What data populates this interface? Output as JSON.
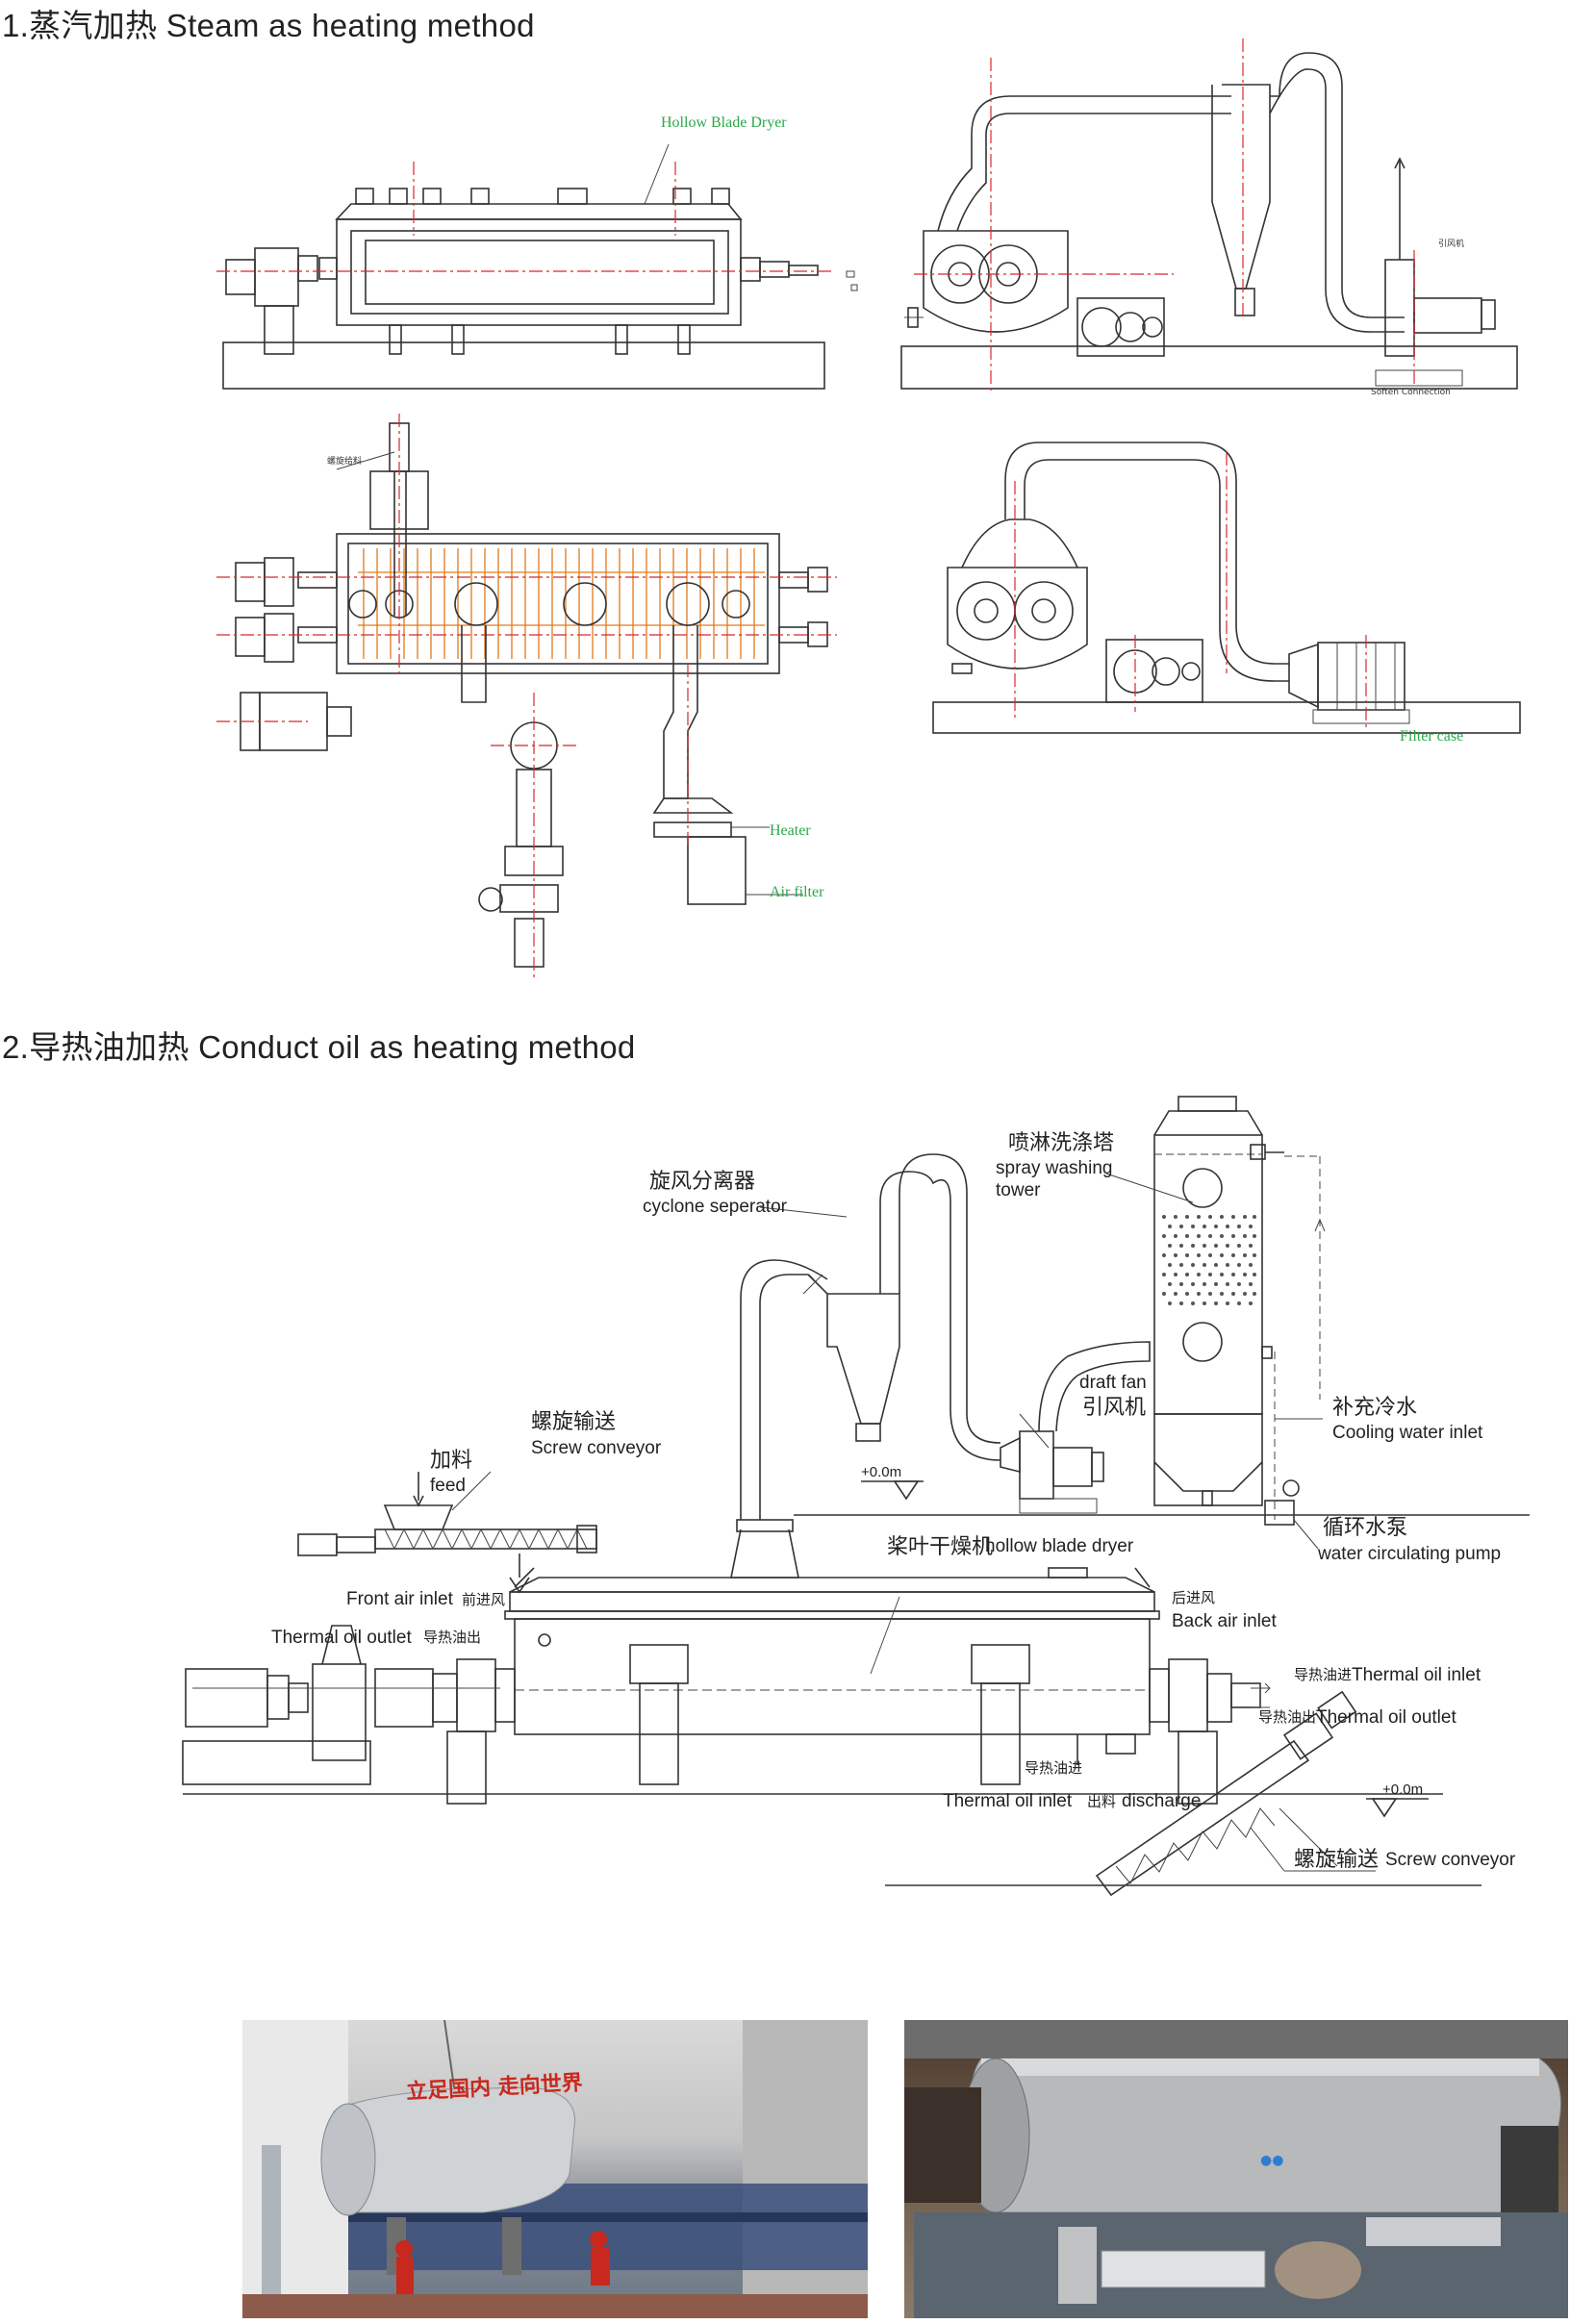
{
  "section1": {
    "title": "1.蒸汽加热 Steam as heating method",
    "labels": {
      "hollow_blade_dryer": "Hollow Blade Dryer",
      "heater": "Heater",
      "air_filter": "Air filter",
      "filter_case": "Filter case",
      "soften_connection": "Soften Connection",
      "screw_feeder_cn": "螺旋给料",
      "fan_cn": "引风机"
    }
  },
  "section2": {
    "title": "2.导热油加热  Conduct oil as heating method",
    "labels": {
      "spray_tower_cn": "喷淋洗涤塔",
      "spray_tower_en1": "spray washing",
      "spray_tower_en2": "tower",
      "cyclone_cn": "旋风分离器",
      "cyclone_en": "cyclone seperator",
      "draft_fan_en": "draft fan",
      "draft_fan_cn": "引风机",
      "cooling_cn": "补充冷水",
      "cooling_en": "Cooling water inlet",
      "pump_cn": "循环水泵",
      "pump_en": "water circulating pump",
      "screw_cn_top": "螺旋输送",
      "screw_en_top": "Screw conveyor",
      "feed_cn": "加料",
      "feed_en": "feed",
      "level_top": "+0.0m",
      "dryer_cn": "桨叶干燥机",
      "dryer_en": "hollow blade dryer",
      "front_air_en": "Front air inlet",
      "front_air_cn": "前进风",
      "back_air_cn": "后进风",
      "back_air_en": "Back air inlet",
      "oil_outlet_left_en": "Thermal oil outlet",
      "oil_outlet_left_cn": "导热油出",
      "oil_inlet_right_cn": "导热油进",
      "oil_inlet_right_en": "Thermal oil inlet",
      "oil_outlet_right_cn": "导热油出",
      "oil_outlet_right_en": "Thermal oil outlet",
      "oil_inlet_bottom_cn": "导热油进",
      "oil_inlet_bottom_en": "Thermal oil inlet",
      "discharge_cn": "出料",
      "discharge_en": "discharge",
      "level_bottom": "+0.0m",
      "screw_cn_bottom": "螺旋输送",
      "screw_en_bottom": "Screw conveyor"
    }
  },
  "photos": {
    "left_banner": "立足国内 走向世界"
  },
  "colors": {
    "centerline": "#d8282a",
    "hatch": "#e07a1c",
    "callout": "#2aa84a",
    "line": "#333333"
  }
}
